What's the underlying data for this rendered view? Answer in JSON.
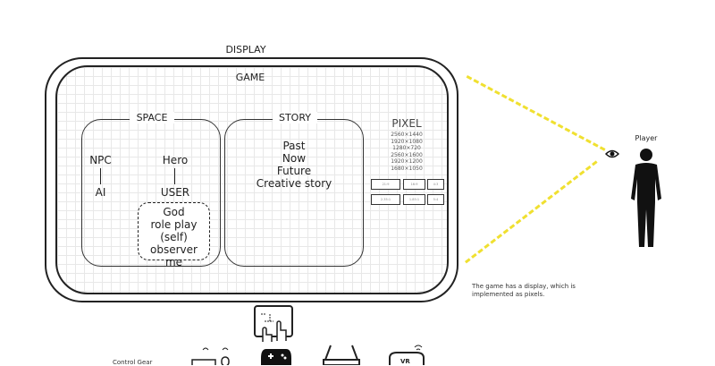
{
  "display": {
    "label": "DISPLAY"
  },
  "game": {
    "label": "GAME"
  },
  "space": {
    "label": "SPACE",
    "npc": "NPC",
    "ai": "AI",
    "hero": "Hero",
    "user": "USER",
    "user_roles": [
      "God",
      "role play (self)",
      "observer",
      "me"
    ]
  },
  "story": {
    "label": "STORY",
    "items": [
      "Past",
      "Now",
      "Future",
      "Creative story"
    ]
  },
  "pixel": {
    "label": "PIXEL",
    "resolutions": [
      "2560×1440",
      "1920×1080",
      "1280×720",
      "2560×1600",
      "1920×1200",
      "1680×1050"
    ],
    "ratios": [
      "21:9",
      "16:9",
      "4:3",
      "2.35:1",
      "1.85:1",
      "5:4"
    ]
  },
  "player": {
    "label": "Player"
  },
  "caption": "The game has a display, which is implemented as pixels.",
  "control": {
    "label": "Control Gear",
    "devices": [
      "touch-screen-icon",
      "keyboard-mouse-icon",
      "gamepad-icon",
      "ar-glasses-icon",
      "vr-headset-icon"
    ]
  },
  "colors": {
    "sightline": "#f0e030"
  }
}
